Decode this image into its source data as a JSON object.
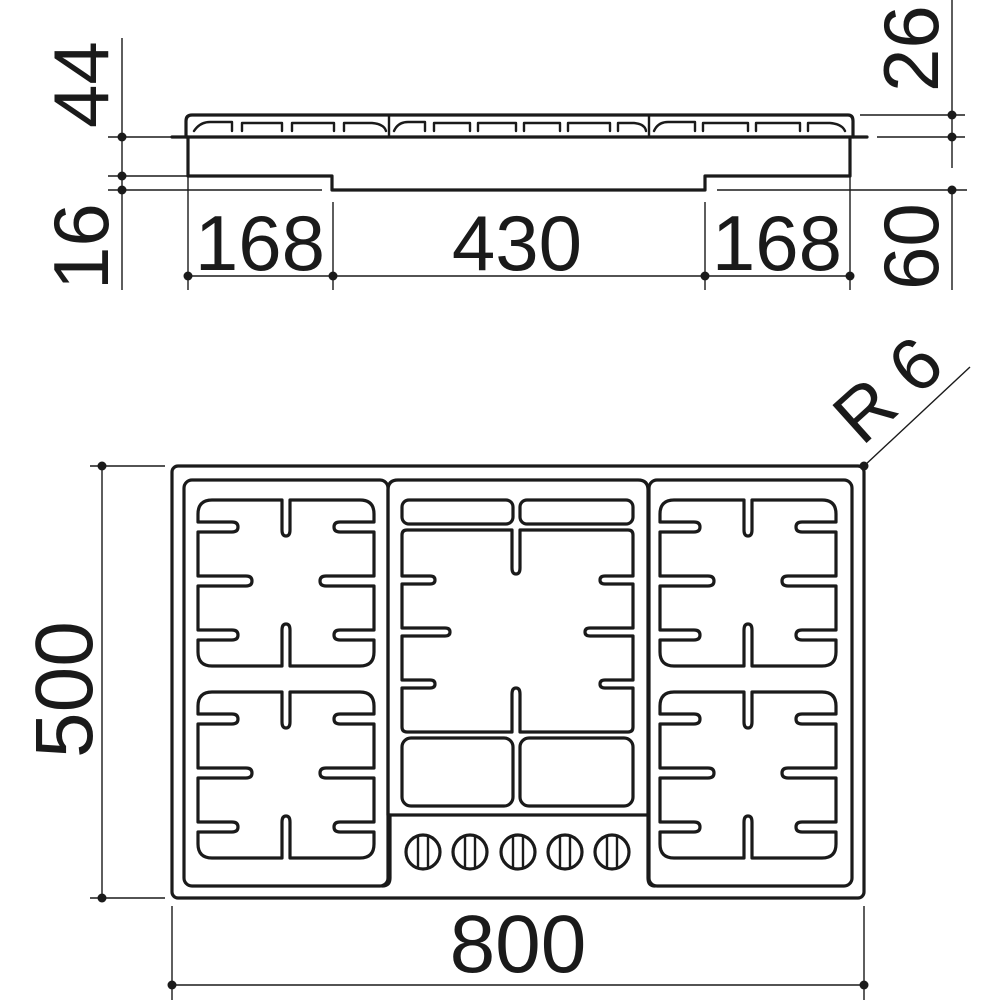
{
  "drawing": {
    "subject": "Gas hob 5 burners - technical dimension drawing",
    "line_color": "#1a1a1a",
    "background": "#ffffff"
  },
  "side_view": {
    "dimensions": {
      "total_height": "44",
      "base_step": "16",
      "grate_height": "26",
      "body_depth": "60",
      "left_section": "168",
      "center_section": "430",
      "right_section": "168"
    }
  },
  "top_view": {
    "dimensions": {
      "width": "800",
      "depth": "500",
      "corner_radius": "R 6"
    },
    "zones": [
      {
        "name": "left-zone",
        "burners": 2
      },
      {
        "name": "center-zone",
        "burners": 1,
        "pan_supports": 4
      },
      {
        "name": "right-zone",
        "burners": 2
      }
    ],
    "control_knobs": 5
  }
}
